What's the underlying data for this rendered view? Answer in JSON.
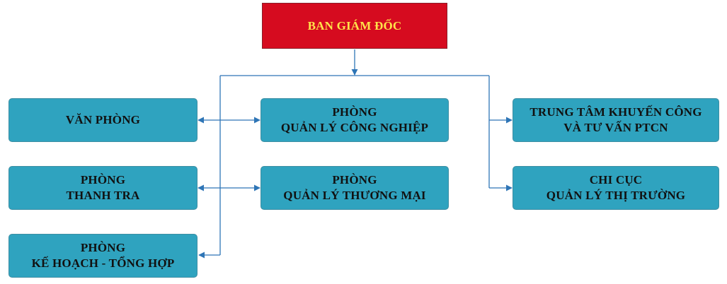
{
  "nodes": {
    "director": {
      "label": "BAN GIÁM ĐỐC"
    },
    "office": {
      "lines": [
        "VĂN PHÒNG"
      ]
    },
    "inspection": {
      "lines": [
        "PHÒNG",
        "THANH TRA"
      ]
    },
    "planning": {
      "lines": [
        "PHÒNG",
        "KẾ HOẠCH - TỔNG HỢP"
      ]
    },
    "industry": {
      "lines": [
        "PHÒNG",
        "QUẢN LÝ CÔNG NGHIỆP"
      ]
    },
    "trade": {
      "lines": [
        "PHÒNG",
        "QUẢN LÝ THƯƠNG MẠI"
      ]
    },
    "promotion": {
      "lines": [
        "TRUNG TÂM KHUYẾN CÔNG",
        "VÀ TƯ VẤN PTCN"
      ]
    },
    "market": {
      "lines": [
        "CHI CỤC",
        "QUẢN LÝ THỊ TRƯỜNG"
      ]
    }
  },
  "colors": {
    "director_fill": "#d60b1f",
    "director_text": "#ffe34a",
    "unit_fill": "#2fa3bf",
    "connector": "#2e75b6"
  }
}
